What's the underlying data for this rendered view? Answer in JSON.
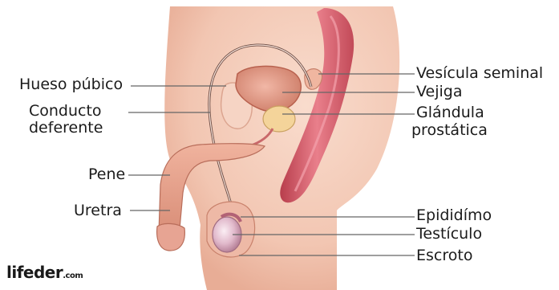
{
  "labels": {
    "hueso_pubico": "Hueso púbico",
    "conducto_line1": "Conducto",
    "conducto_line2": "deferente",
    "pene": "Pene",
    "uretra": "Uretra",
    "vesicula": "Vesícula seminal",
    "vejiga": "Vejiga",
    "glandula_line1": "Glándula",
    "glandula_line2": "prostática",
    "epididimo": "Epididímo",
    "testiculo": "Testículo",
    "escroto": "Escroto"
  },
  "logo": {
    "main": "lifeder",
    "suffix": ".com"
  },
  "colors": {
    "skin": "#f2c9b6",
    "skin_shadow": "#e6aa93",
    "muscle": "#d8687a",
    "muscle_dark": "#b8404f",
    "leader": "#666666"
  }
}
